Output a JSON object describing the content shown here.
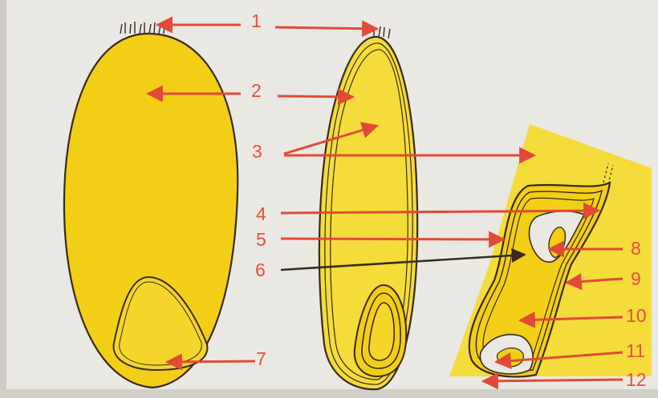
{
  "colors": {
    "background": "#eae8e2",
    "frame": "#c9c6bf",
    "grain_fill": "#f2cf16",
    "grain_fill_light": "#f4dc3a",
    "outline": "#3a2a1e",
    "arrow": "#e24a38",
    "label": "#e8503c"
  },
  "labels": [
    "1",
    "2",
    "3",
    "4",
    "5",
    "6",
    "7",
    "8",
    "9",
    "10",
    "11",
    "12"
  ]
}
